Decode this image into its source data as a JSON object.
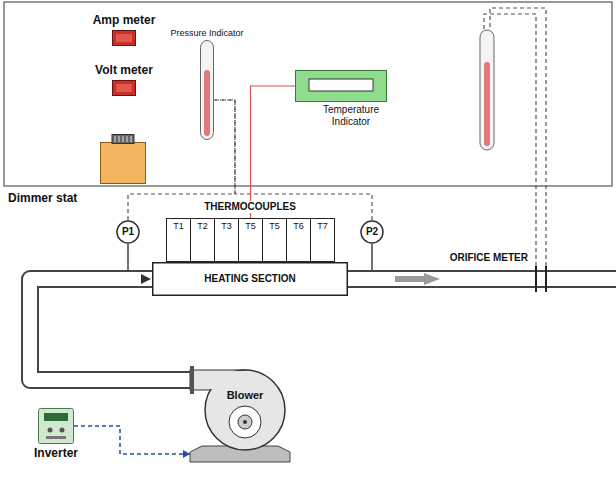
{
  "diagram": {
    "nodes": [
      {
        "text": [
          "Amp meter"
        ]
      },
      {
        "text": [
          "Pressure Indicator"
        ]
      },
      {
        "text": [
          "Volt meter"
        ]
      },
      {
        "text": [
          "Temperature Indicator"
        ]
      },
      {
        "text": [
          "Dimmer stat"
        ]
      },
      {
        "text": [
          "P1"
        ]
      },
      {
        "text": [
          "T1"
        ]
      },
      {
        "text": [
          "T2"
        ]
      },
      {
        "text": [
          "T3"
        ]
      },
      {
        "text": [
          "T5"
        ]
      },
      {
        "text": [
          "T5"
        ]
      },
      {
        "text": [
          "T6"
        ]
      },
      {
        "text": [
          "T7"
        ]
      },
      {
        "text": [
          "P2"
        ]
      },
      {
        "text": [
          "HEATING SECTION"
        ]
      },
      {
        "text": [
          "Blower"
        ]
      },
      {
        "text": [
          "Inverter"
        ]
      }
    ],
    "edges": [
      {
        "from": 5,
        "to": 1,
        "arrow": "none"
      },
      {
        "from": 13,
        "to": 1,
        "arrow": "none"
      },
      {
        "from": 3,
        "to": 9,
        "arrow": "none"
      },
      {
        "from": 16,
        "to": 15,
        "arrow": "to"
      },
      {
        "from": 15,
        "to": 14,
        "arrow": "to"
      }
    ],
    "labels": [
      "THERMOCOUPLES",
      "ORIFICE METER"
    ]
  }
}
